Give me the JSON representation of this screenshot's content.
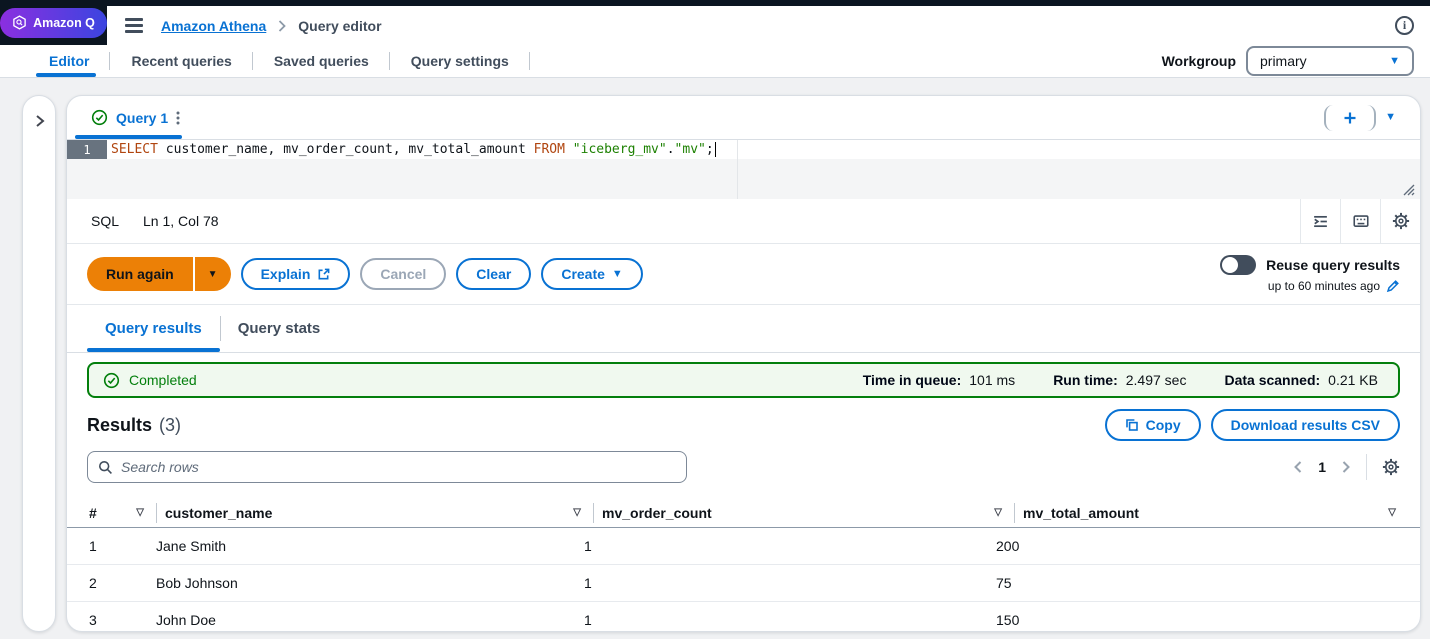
{
  "topbar": {
    "amazon_q_label": "Amazon Q",
    "breadcrumb": {
      "service": "Amazon Athena",
      "page": "Query editor"
    }
  },
  "nav": {
    "tabs": [
      {
        "label": "Editor"
      },
      {
        "label": "Recent queries"
      },
      {
        "label": "Saved queries"
      },
      {
        "label": "Query settings"
      }
    ],
    "workgroup_label": "Workgroup",
    "workgroup_value": "primary"
  },
  "query_tab": {
    "label": "Query 1"
  },
  "editor": {
    "line_number": "1",
    "code": {
      "keyword_select": "SELECT",
      "column_list": " customer_name, mv_order_count, mv_total_amount ",
      "keyword_from": "FROM",
      "schema_string": " \"iceberg_mv\"",
      "dot": ".",
      "table_string": "\"mv\"",
      "semicolon": ";"
    },
    "mode_label": "SQL",
    "cursor_position": "Ln 1, Col 78"
  },
  "actions": {
    "run_again_label": "Run again",
    "explain_label": "Explain",
    "cancel_label": "Cancel",
    "clear_label": "Clear",
    "create_label": "Create",
    "reuse_toggle_label": "Reuse query results",
    "reuse_duration_text": "up to 60 minutes ago"
  },
  "result_tabs": [
    {
      "label": "Query results"
    },
    {
      "label": "Query stats"
    }
  ],
  "status_banner": {
    "status_label": "Completed",
    "stats": [
      {
        "label": "Time in queue:",
        "value": "101 ms"
      },
      {
        "label": "Run time:",
        "value": "2.497 sec"
      },
      {
        "label": "Data scanned:",
        "value": "0.21 KB"
      }
    ]
  },
  "results": {
    "heading": "Results",
    "count": "(3)",
    "copy_label": "Copy",
    "download_label": "Download results CSV",
    "search_placeholder": "Search rows",
    "current_page": "1",
    "columns": [
      "#",
      "customer_name",
      "mv_order_count",
      "mv_total_amount"
    ],
    "rows": [
      [
        "1",
        "Jane Smith",
        "1",
        "200"
      ],
      [
        "2",
        "Bob Johnson",
        "1",
        "75"
      ],
      [
        "3",
        "John Doe",
        "1",
        "150"
      ]
    ]
  },
  "colors": {
    "accent_blue": "#0972d3",
    "run_button_orange": "#ec8006",
    "success_green": "#037f0c",
    "topbar_dark": "#0b1521",
    "keyword_red": "#b0450f",
    "string_green": "#1d8102"
  }
}
